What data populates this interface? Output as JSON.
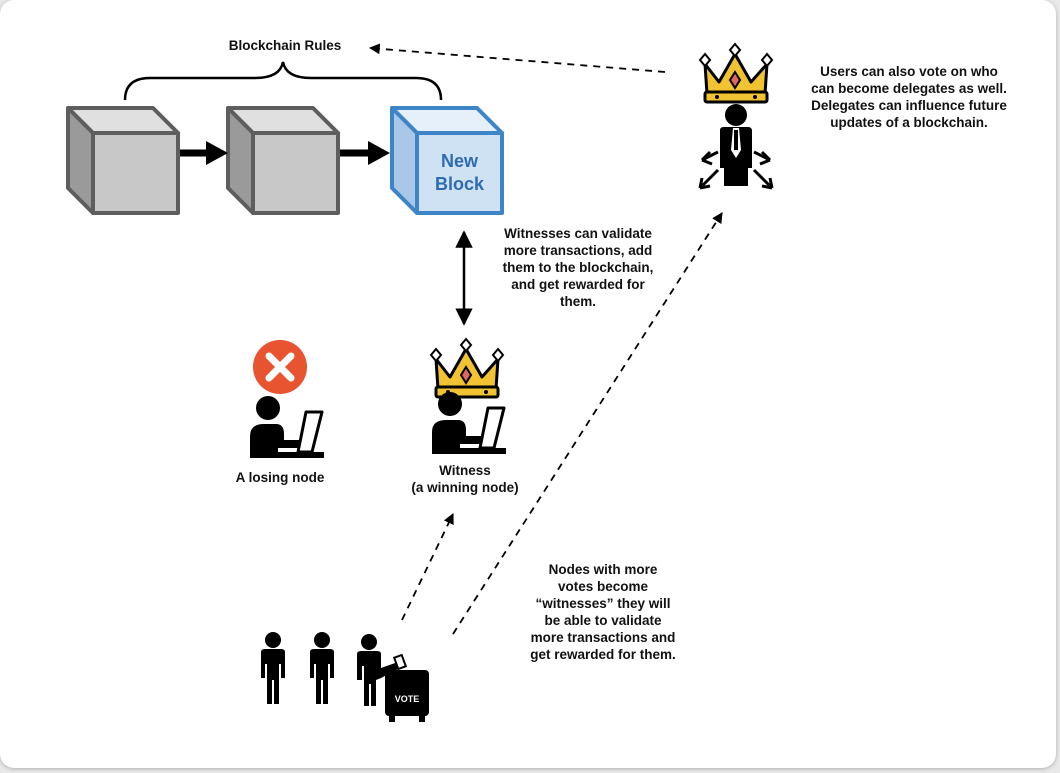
{
  "diagram": {
    "blockchain_rules_label": "Blockchain Rules",
    "new_block_label": "New\nBlock",
    "delegates_note": "Users can also vote on who\ncan become delegates as well.\nDelegates can influence future\nupdates of a blockchain.",
    "witness_note": "Witnesses can validate\nmore transactions, add\nthem to the blockchain,\nand get rewarded for\nthem.",
    "losing_node_label": "A losing node",
    "witness_label": "Witness\n(a winning node)",
    "nodes_note": "Nodes with more\nvotes become\n“witnesses” they will\nbe able to validate\nmore transactions and\nget rewarded for them.",
    "vote_box_label": "VOTE"
  },
  "colors": {
    "gray_block_face": "#c8c8c8",
    "gray_block_edge": "#5e5e5e",
    "new_block_face": "#cfe2f3",
    "new_block_edge": "#3d85c6",
    "crown_gold": "#f1c232",
    "reject_red": "#e8542f"
  }
}
